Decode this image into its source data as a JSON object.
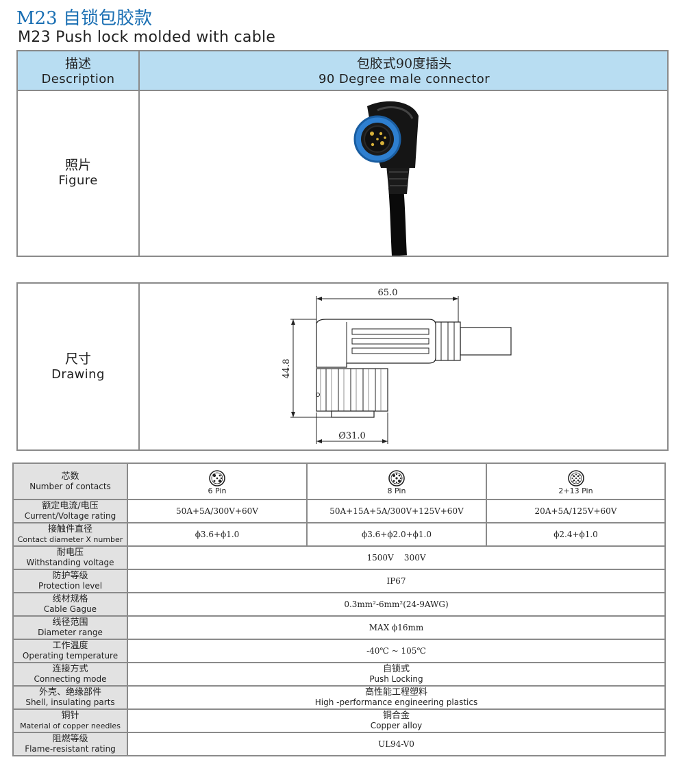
{
  "header": {
    "title_cn": "M23 自锁包胶款",
    "title_en": "M23 Push lock molded with cable"
  },
  "description": {
    "label_cn": "描述",
    "label_en": "Description",
    "value_cn": "包胶式90度插头",
    "value_en": "90 Degree male connector"
  },
  "figure": {
    "label_cn": "照片",
    "label_en": "Figure"
  },
  "drawing": {
    "label_cn": "尺寸",
    "label_en": "Drawing",
    "dim_width": "65.0",
    "dim_height": "44.8",
    "dim_diameter": "Ø31.0"
  },
  "specs": {
    "contacts": {
      "label_cn": "芯数",
      "label_en": "Number of contacts",
      "options": [
        "6 Pin",
        "8 Pin",
        "2+13 Pin"
      ]
    },
    "current": {
      "label_cn": "额定电流/电压",
      "label_en": "Current/Voltage rating",
      "values": [
        "50A+5A/300V+60V",
        "50A+15A+5A/300V+125V+60V",
        "20A+5A/125V+60V"
      ]
    },
    "contact_diameter": {
      "label_cn": "接触件直径",
      "label_en": "Contact diameter X number",
      "values": [
        "ϕ3.6+ϕ1.0",
        "ϕ3.6+ϕ2.0+ϕ1.0",
        "ϕ2.4+ϕ1.0"
      ]
    },
    "withstanding": {
      "label_cn": "耐电压",
      "label_en": "Withstanding voltage",
      "value": "1500V    300V"
    },
    "protection": {
      "label_cn": "防护等级",
      "label_en": "Protection level",
      "value": "IP67"
    },
    "cable_gauge": {
      "label_cn": "线材规格",
      "label_en": "Cable Gague",
      "value": "0.3mm²-6mm²(24-9AWG)"
    },
    "diameter_range": {
      "label_cn": "线径范围",
      "label_en": "Diameter range",
      "value": "MAX ϕ16mm"
    },
    "temperature": {
      "label_cn": "工作温度",
      "label_en": "Operating temperature",
      "value": "-40℃ ~ 105℃"
    },
    "connecting": {
      "label_cn": "连接方式",
      "label_en": "Connecting mode",
      "value_cn": "自锁式",
      "value_en": "Push Locking"
    },
    "shell": {
      "label_cn": "外壳、绝缘部件",
      "label_en": "Shell, insulating parts",
      "value_cn": "高性能工程塑料",
      "value_en": "High -performance engineering plastics"
    },
    "copper": {
      "label_cn": "铜针",
      "label_en": "Material of copper needles",
      "value_cn": "铜合金",
      "value_en": "Copper alloy"
    },
    "flame": {
      "label_cn": "阻燃等级",
      "label_en": "Flame-resistant rating",
      "value": "UL94-V0"
    }
  },
  "colors": {
    "title_blue": "#1a6fb3",
    "header_bg": "#b8ddf2",
    "label_bg": "#e2e2e2",
    "connector_blue": "#2e7fd0"
  }
}
